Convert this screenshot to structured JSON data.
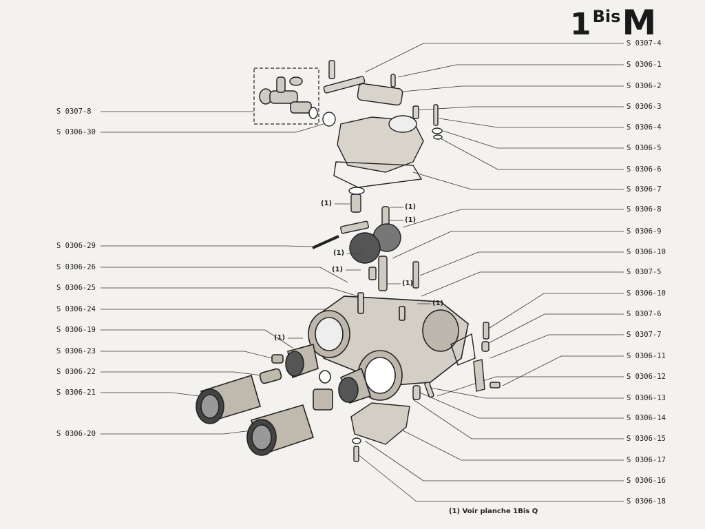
{
  "title": {
    "number": "1",
    "bis": "Bis",
    "letter": "M"
  },
  "right_labels": [
    "S 0307-4",
    "S 0306-1",
    "S 0306-2",
    "S 0306-3",
    "S 0306-4",
    "S 0306-5",
    "S 0306-6",
    "S 0306-7",
    "S 0306-8",
    "S 0306-9",
    "S 0306-10",
    "S 0307-5",
    "S 0306-10",
    "S 0307-6",
    "S 0307-7",
    "S 0306-11",
    "S 0306-12",
    "S 0306-13",
    "S 0306-14",
    "S 0306-15",
    "S 0306-17",
    "S 0306-16",
    "S 0306-18"
  ],
  "left_labels": [
    "S 0307-8",
    "S 0306-30",
    "S 0306-29",
    "S 0306-26",
    "S 0306-25",
    "S 0306-24",
    "S 0306-19",
    "S 0306-23",
    "S 0306-22",
    "S 0306-21",
    "S 0306-20"
  ],
  "ref_note": "(1)",
  "footnote": "(1) Voir planche 1Bis Q"
}
